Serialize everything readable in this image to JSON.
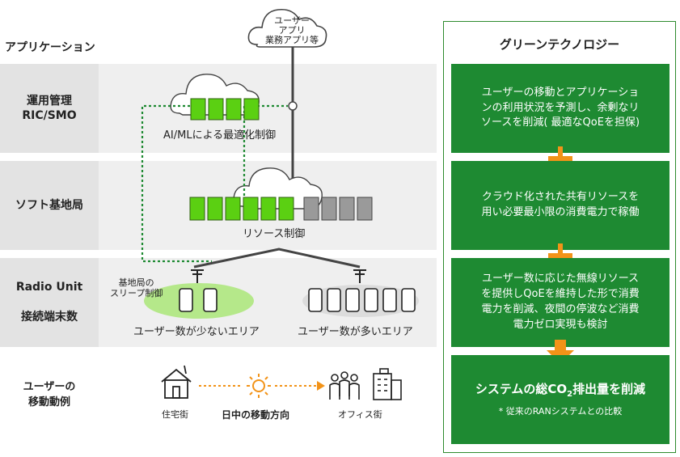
{
  "left_title": "アプリケーション",
  "cloud_top_lines": [
    "ユーザー",
    "アプリ",
    "業務アプリ等"
  ],
  "rows": {
    "ops": [
      "運用管理",
      "RIC/SMO"
    ],
    "soft": "ソフト基地局",
    "radio": "Radio Unit",
    "terminals": "接続端末数",
    "movement": [
      "ユーザーの",
      "移動動例"
    ]
  },
  "labels": {
    "aiml": "AI/MLによる最適化制御",
    "resource": "リソース制御",
    "sleep": [
      "基地局の",
      "スリープ制御"
    ],
    "few_users": "ユーザー数が少ないエリア",
    "many_users": "ユーザー数が多いエリア",
    "residential": "住宅街",
    "direction": "日中の移動方向",
    "office": "オフィス街"
  },
  "green": {
    "title": "グリーンテクノロジー",
    "box1": [
      "ユーザーの移動とアプリケーショ",
      "ンの利用状況を予測し、余剰なリ",
      "ソースを削減( 最適なQoEを担保)"
    ],
    "box2": [
      "クラウド化された共有リソースを",
      "用い必要最小限の消費電力で稼働"
    ],
    "box3": [
      "ユーザー数に応じた無線リソース",
      "を提供しQoEを維持した形で消費",
      "電力を削減、夜間の停波など消費",
      "電力ゼロ実現も検討"
    ],
    "result_pre": "システムの総CO",
    "result_sub": "2",
    "result_post": "排出量を削減",
    "note": "* 従来のRANシステムとの比較"
  },
  "colors": {
    "green_dark": "#1e8a32",
    "green_light": "#5bd012",
    "orange": "#f29318",
    "gray_server": "#9a9a9a"
  }
}
